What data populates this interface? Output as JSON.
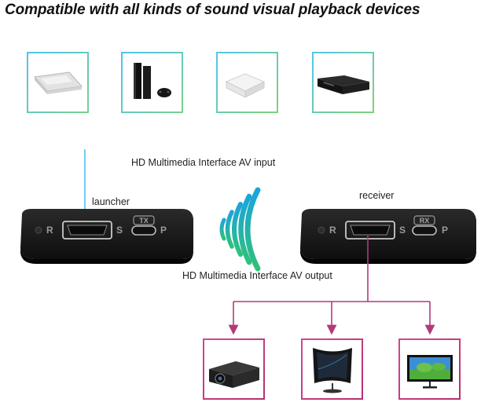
{
  "title": "Compatible with all kinds of sound visual playback devices",
  "labels": {
    "input": "HD Multimedia Interface AV input",
    "output": "HD Multimedia Interface AV output",
    "launcher": "launcher",
    "receiver": "receiver"
  },
  "transmitter": {
    "tag": "TX",
    "port_r": "R",
    "port_s": "S",
    "port_p": "P"
  },
  "receiver_unit": {
    "tag": "RX",
    "port_r": "R",
    "port_s": "S",
    "port_p": "P"
  },
  "sources": [
    "laptop-icon",
    "game-console-icon",
    "tv-box-icon",
    "dvd-player-icon"
  ],
  "outputs": [
    "projector-icon",
    "curved-monitor-icon",
    "television-icon"
  ],
  "colors": {
    "input_gradient": [
      "#5ec8f0",
      "#7fd06a"
    ],
    "output_line": "#b23a7a",
    "signal_gradient": [
      "#2ec27e",
      "#1aa5d8"
    ],
    "device_body": "#1b1b1b"
  }
}
